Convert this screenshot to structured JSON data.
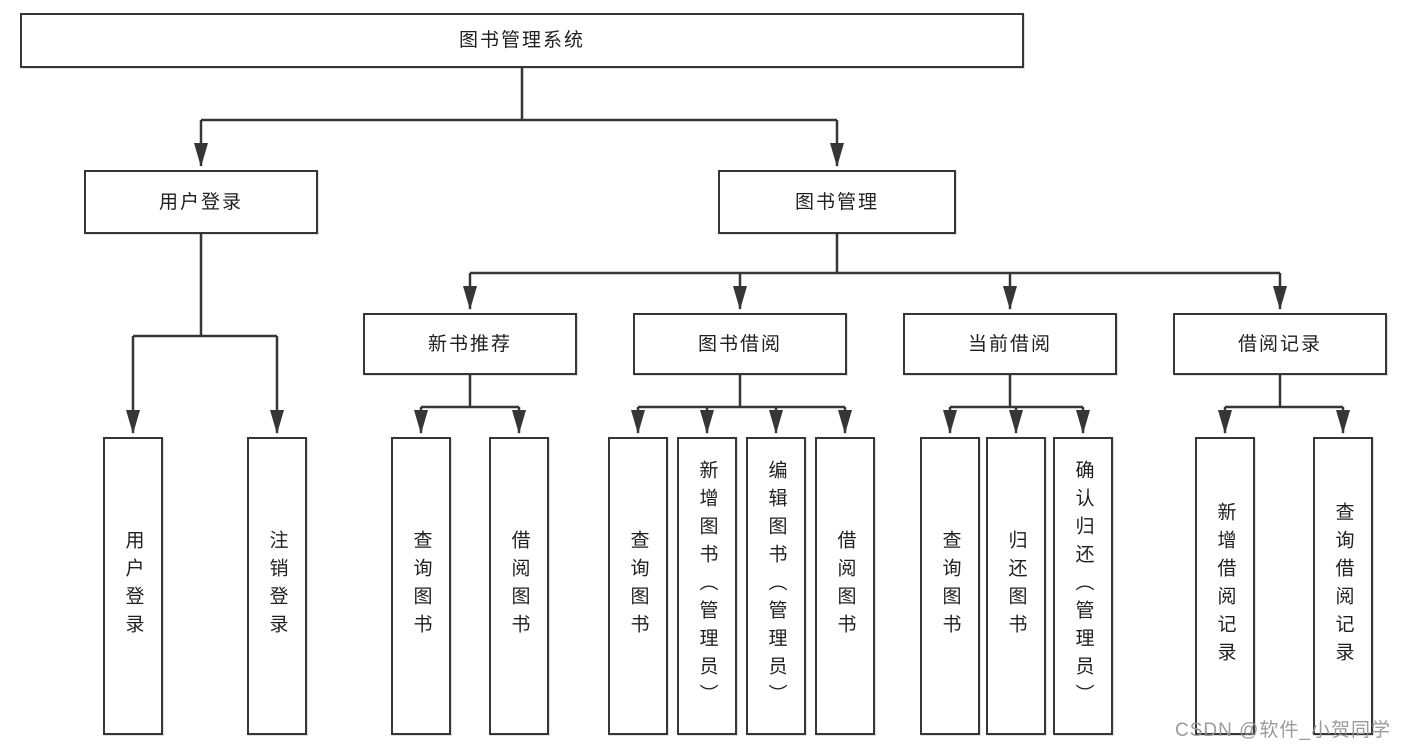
{
  "colors": {
    "background": "#ffffff",
    "line": "#363636",
    "box_border": "#363636",
    "text": "#1f1f1f",
    "watermark": "#969696"
  },
  "tree": {
    "root": {
      "label": "图书管理系统"
    },
    "branches": [
      {
        "label": "用户登录",
        "children": [
          {
            "label": "用户登录"
          },
          {
            "label": "注销登录"
          }
        ]
      },
      {
        "label": "图书管理",
        "children": [
          {
            "label": "新书推荐",
            "children": [
              {
                "label": "查询图书"
              },
              {
                "label": "借阅图书"
              }
            ]
          },
          {
            "label": "图书借阅",
            "children": [
              {
                "label": "查询图书"
              },
              {
                "label": "新增图书（管理员）"
              },
              {
                "label": "编辑图书（管理员）"
              },
              {
                "label": "借阅图书"
              }
            ]
          },
          {
            "label": "当前借阅",
            "children": [
              {
                "label": "查询图书"
              },
              {
                "label": "归还图书"
              },
              {
                "label": "确认归还（管理员）"
              }
            ]
          },
          {
            "label": "借阅记录",
            "children": [
              {
                "label": "新增借阅记录"
              },
              {
                "label": "查询借阅记录"
              }
            ]
          }
        ]
      }
    ]
  },
  "watermark": {
    "text": "CSDN @软件_小贺同学"
  }
}
